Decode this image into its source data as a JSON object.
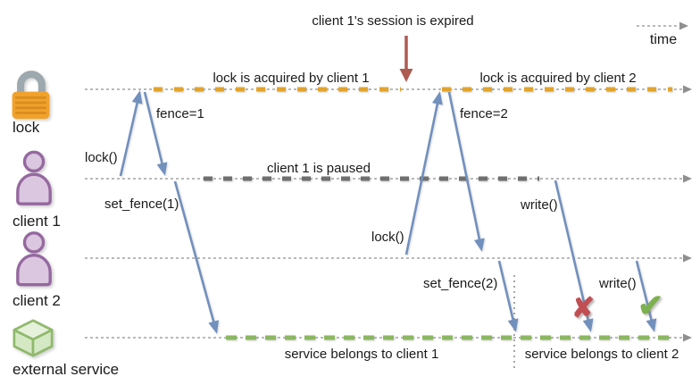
{
  "colors": {
    "lock_segment": "#E2A42C",
    "pause_segment": "#6F6F6F",
    "service_segment": "#8BB760",
    "arrow_blue": "#7290BD",
    "arrow_red": "#AE5B52",
    "timeline": "#8F8F8F",
    "fail_mark": "#C14E52",
    "success_mark": "#7DB04F"
  },
  "actors": [
    {
      "id": "lock",
      "label": "lock"
    },
    {
      "id": "client1",
      "label": "client 1"
    },
    {
      "id": "client2",
      "label": "client 2"
    },
    {
      "id": "service",
      "label": "external service"
    }
  ],
  "annotations": {
    "session_expired": "client 1's session is expired",
    "time_axis": "time",
    "lock_acquired_by_client1": "lock is acquired by client 1",
    "lock_acquired_by_client2": "lock is acquired by client 2",
    "client1_paused": "client 1 is paused",
    "service_belongs_client1": "service belongs to client 1",
    "service_belongs_client2": "service belongs to client 2"
  },
  "messages": {
    "lock_call_1": "lock()",
    "fence_1": "fence=1",
    "set_fence_1": "set_fence(1)",
    "lock_call_2": "lock()",
    "fence_2": "fence=2",
    "set_fence_2": "set_fence(2)",
    "write_1": "write()",
    "write_2": "write()"
  },
  "marks": {
    "fail": "✘",
    "success": "✔"
  }
}
